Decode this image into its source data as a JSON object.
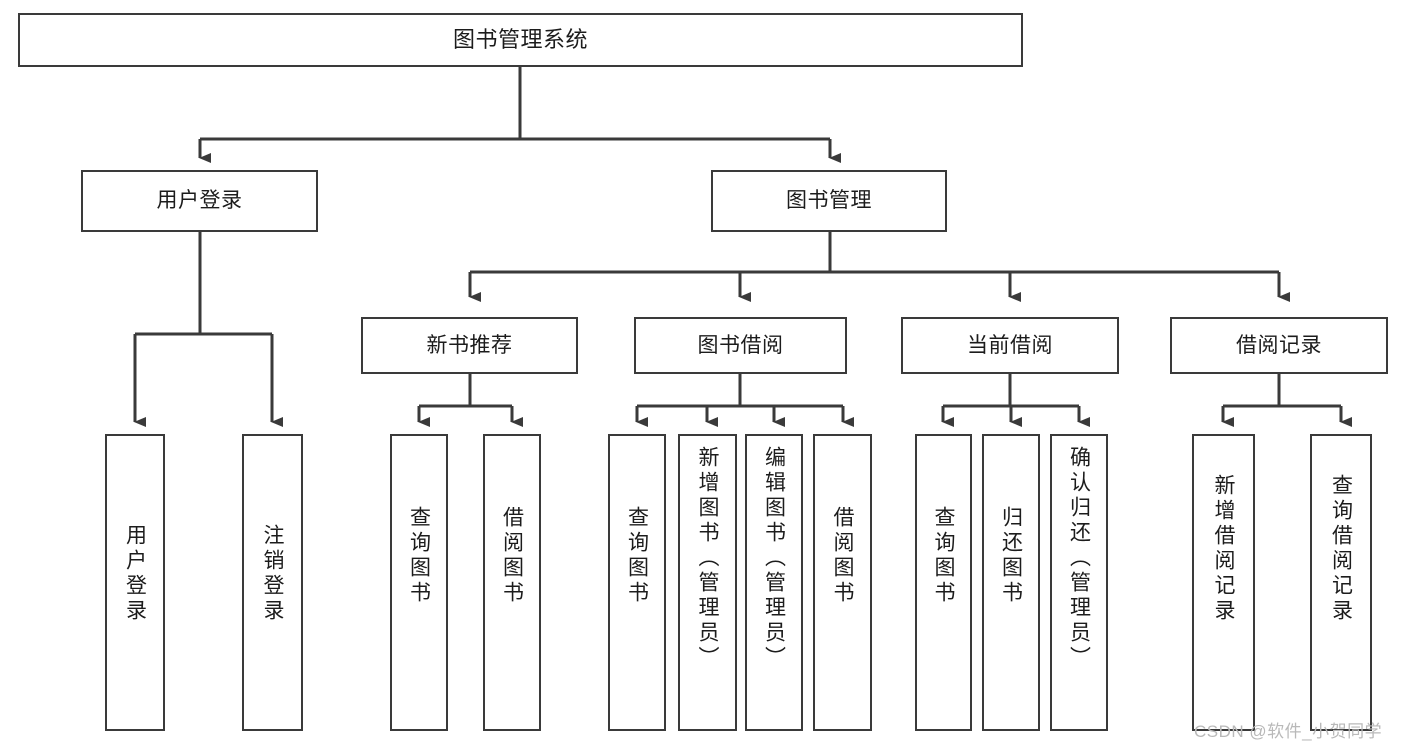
{
  "diagram": {
    "title": "图书管理系统",
    "type": "tree-hierarchy-chart",
    "root": {
      "label": "图书管理系统"
    },
    "level1": [
      {
        "label": "用户登录"
      },
      {
        "label": "图书管理"
      }
    ],
    "level2": [
      {
        "label": "新书推荐"
      },
      {
        "label": "图书借阅"
      },
      {
        "label": "当前借阅"
      },
      {
        "label": "借阅记录"
      }
    ],
    "leaves": {
      "user_login": [
        {
          "label": "用户登录"
        },
        {
          "label": "注销登录"
        }
      ],
      "new_book_recommend": [
        {
          "label": "查询图书"
        },
        {
          "label": "借阅图书"
        }
      ],
      "book_borrow": [
        {
          "label": "查询图书"
        },
        {
          "label": "新增图书（管理员）"
        },
        {
          "label": "编辑图书（管理员）"
        },
        {
          "label": "借阅图书"
        }
      ],
      "current_borrow": [
        {
          "label": "查询图书"
        },
        {
          "label": "归还图书"
        },
        {
          "label": "确认归还（管理员）"
        }
      ],
      "borrow_record": [
        {
          "label": "新增借阅记录"
        },
        {
          "label": "查询借阅记录"
        }
      ]
    }
  },
  "watermark": {
    "text": "CSDN @软件_小贺同学"
  },
  "colors": {
    "stroke": "#3a3a3a",
    "text": "#1c1c1c",
    "background": "#ffffff",
    "watermark": "#b9b9b9"
  }
}
